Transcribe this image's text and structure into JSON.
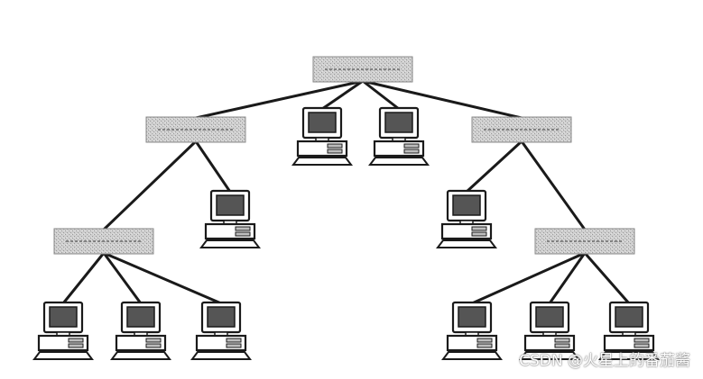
{
  "diagram": {
    "type": "tree-network-topology",
    "node_kinds": {
      "switch": "switch-box",
      "computer": "desktop-pc-icon"
    },
    "colors": {
      "line": "#1a1a1a",
      "switch_fill": "#c8c8c8",
      "screen": "#555555"
    },
    "nodes": [
      {
        "id": "root",
        "kind": "switch",
        "label": ""
      },
      {
        "id": "left-hub",
        "kind": "switch",
        "label": ""
      },
      {
        "id": "right-hub",
        "kind": "switch",
        "label": ""
      },
      {
        "id": "left-sub",
        "kind": "switch",
        "label": ""
      },
      {
        "id": "right-sub",
        "kind": "switch",
        "label": ""
      },
      {
        "id": "pc-root-1",
        "kind": "computer"
      },
      {
        "id": "pc-root-2",
        "kind": "computer"
      },
      {
        "id": "pc-left-hub",
        "kind": "computer"
      },
      {
        "id": "pc-right-hub",
        "kind": "computer"
      },
      {
        "id": "pc-left-sub-1",
        "kind": "computer"
      },
      {
        "id": "pc-left-sub-2",
        "kind": "computer"
      },
      {
        "id": "pc-left-sub-3",
        "kind": "computer"
      },
      {
        "id": "pc-right-sub-1",
        "kind": "computer"
      },
      {
        "id": "pc-right-sub-2",
        "kind": "computer"
      },
      {
        "id": "pc-right-sub-3",
        "kind": "computer"
      }
    ],
    "edges": [
      [
        "root",
        "left-hub"
      ],
      [
        "root",
        "pc-root-1"
      ],
      [
        "root",
        "pc-root-2"
      ],
      [
        "root",
        "right-hub"
      ],
      [
        "left-hub",
        "left-sub"
      ],
      [
        "left-hub",
        "pc-left-hub"
      ],
      [
        "right-hub",
        "pc-right-hub"
      ],
      [
        "right-hub",
        "right-sub"
      ],
      [
        "left-sub",
        "pc-left-sub-1"
      ],
      [
        "left-sub",
        "pc-left-sub-2"
      ],
      [
        "left-sub",
        "pc-left-sub-3"
      ],
      [
        "right-sub",
        "pc-right-sub-1"
      ],
      [
        "right-sub",
        "pc-right-sub-2"
      ],
      [
        "right-sub",
        "pc-right-sub-3"
      ]
    ]
  },
  "watermark": "CSDN @火星上的番茄酱"
}
